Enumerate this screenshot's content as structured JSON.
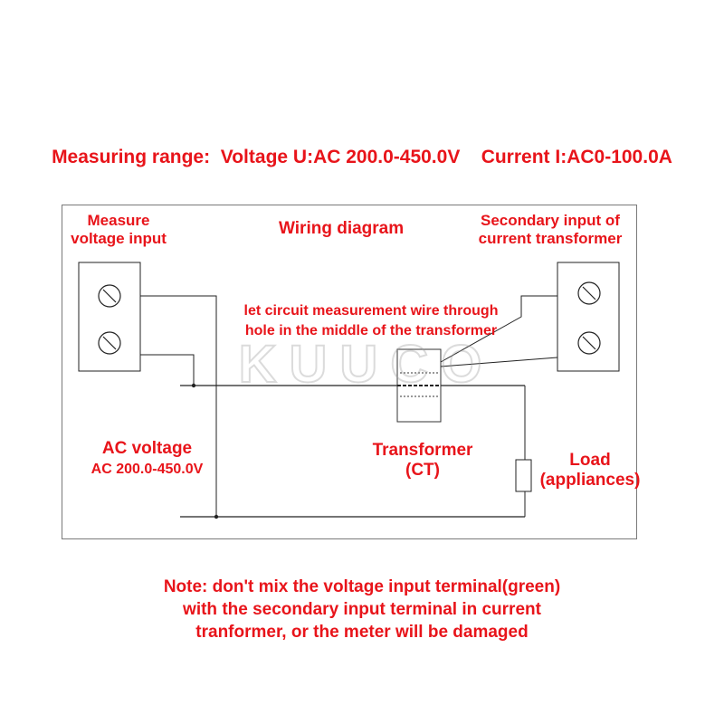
{
  "header": {
    "range_label": "Measuring range:",
    "voltage_range": "Voltage U:AC 200.0-450.0V",
    "current_range": "Current I:AC0-100.0A"
  },
  "diagram": {
    "title": "Wiring diagram",
    "voltage_input_label": [
      "Measure",
      "voltage input"
    ],
    "ct_input_label": [
      "Secondary input of",
      "current transformer"
    ],
    "wire_instruction": [
      "let circuit measurement wire through",
      "hole in the middle of the transformer"
    ],
    "ac_voltage_label": [
      "AC voltage",
      "AC 200.0-450.0V"
    ],
    "transformer_label": [
      "Transformer",
      "(CT)"
    ],
    "load_label": [
      "Load",
      "(appliances)"
    ],
    "watermark_text": "KUUCO"
  },
  "note": {
    "lines": [
      "Note: don't mix the voltage input terminal(green)",
      "with the secondary input terminal  in current",
      "tranformer, or the meter will be damaged"
    ]
  },
  "colors": {
    "text_accent": "#e8141a",
    "line": "#222222",
    "frame": "#7a7a7a",
    "watermark": "#9a9a9a"
  }
}
